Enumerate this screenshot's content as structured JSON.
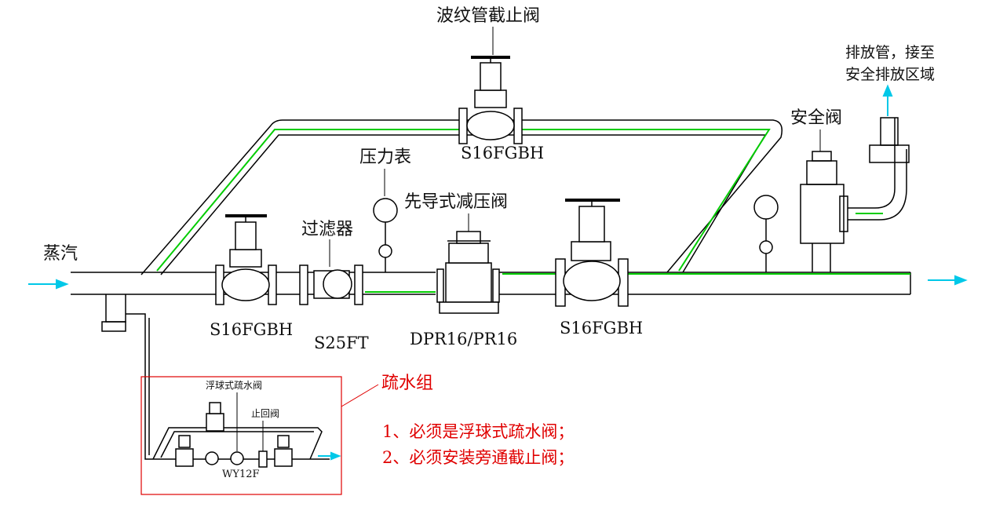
{
  "labels": {
    "steam": "蒸汽",
    "bellows_valve": "波纹管截止阀",
    "bellows_valve_model": "S16FGBH",
    "pressure_gauge": "压力表",
    "filter": "过滤器",
    "filter_model": "S25FT",
    "pilot_prv": "先导式减压阀",
    "pilot_prv_model": "DPR16/PR16",
    "inlet_valve_model": "S16FGBH",
    "outlet_valve_model": "S16FGBH",
    "safety_valve": "安全阀",
    "vent_pipe_line1": "排放管，接至",
    "vent_pipe_line2": "安全排放区域",
    "drain_group": "疏水组",
    "float_trap": "浮球式疏水阀",
    "check_valve": "止回阀",
    "trap_model": "WY12F"
  },
  "notes": [
    "1、必须是浮球式疏水阀；",
    "2、必须安装旁通截止阀；"
  ],
  "colors": {
    "pipe_outline": "#000000",
    "pipe_highlight": "#00cc00",
    "flow_arrow": "#00c8e8",
    "annotation": "#e00000"
  }
}
